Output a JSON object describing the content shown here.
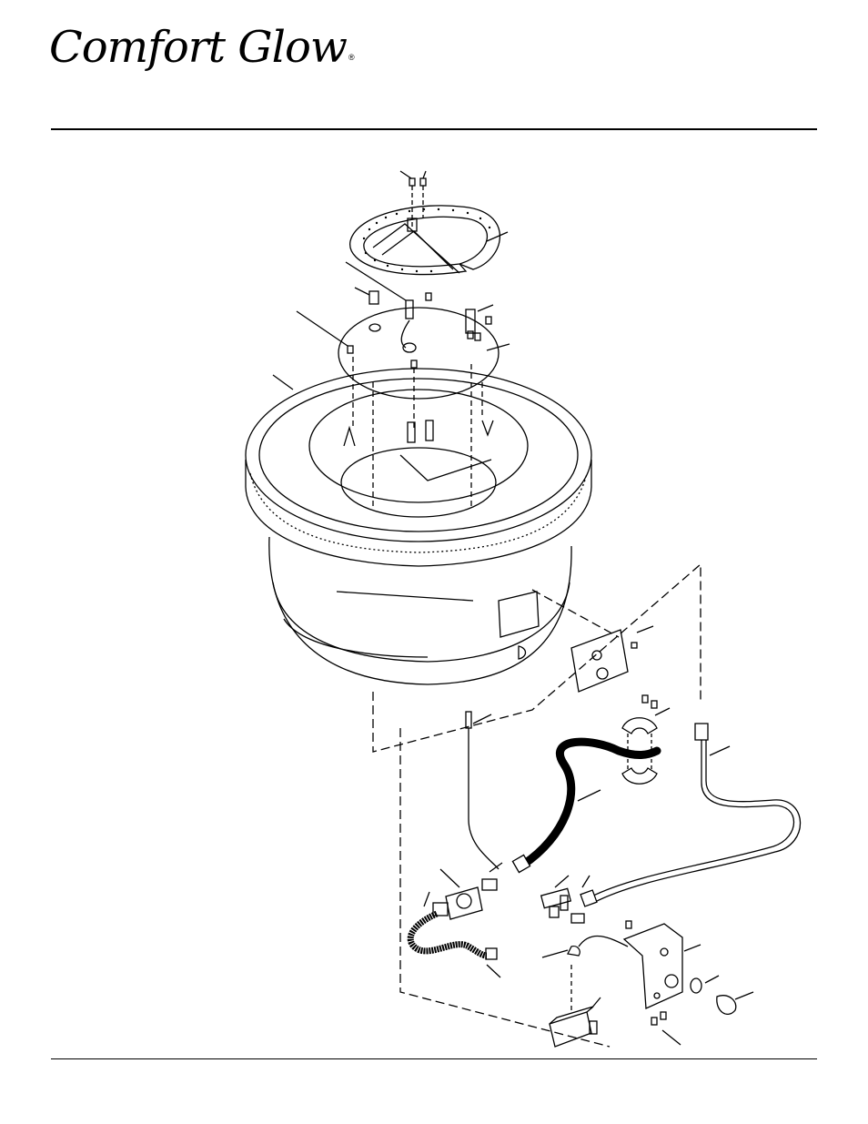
{
  "brand": {
    "name": "Comfort Glow",
    "trademark": "®"
  },
  "diagram": {
    "icons": [
      "burner-ring",
      "burner-plate",
      "fire-pit-bowl",
      "access-cover",
      "thermocouple",
      "gas-hose",
      "hose-clamp",
      "gas-tube",
      "regulator",
      "tee-fitting",
      "flex-connector",
      "igniter",
      "control-bracket",
      "knob"
    ]
  }
}
